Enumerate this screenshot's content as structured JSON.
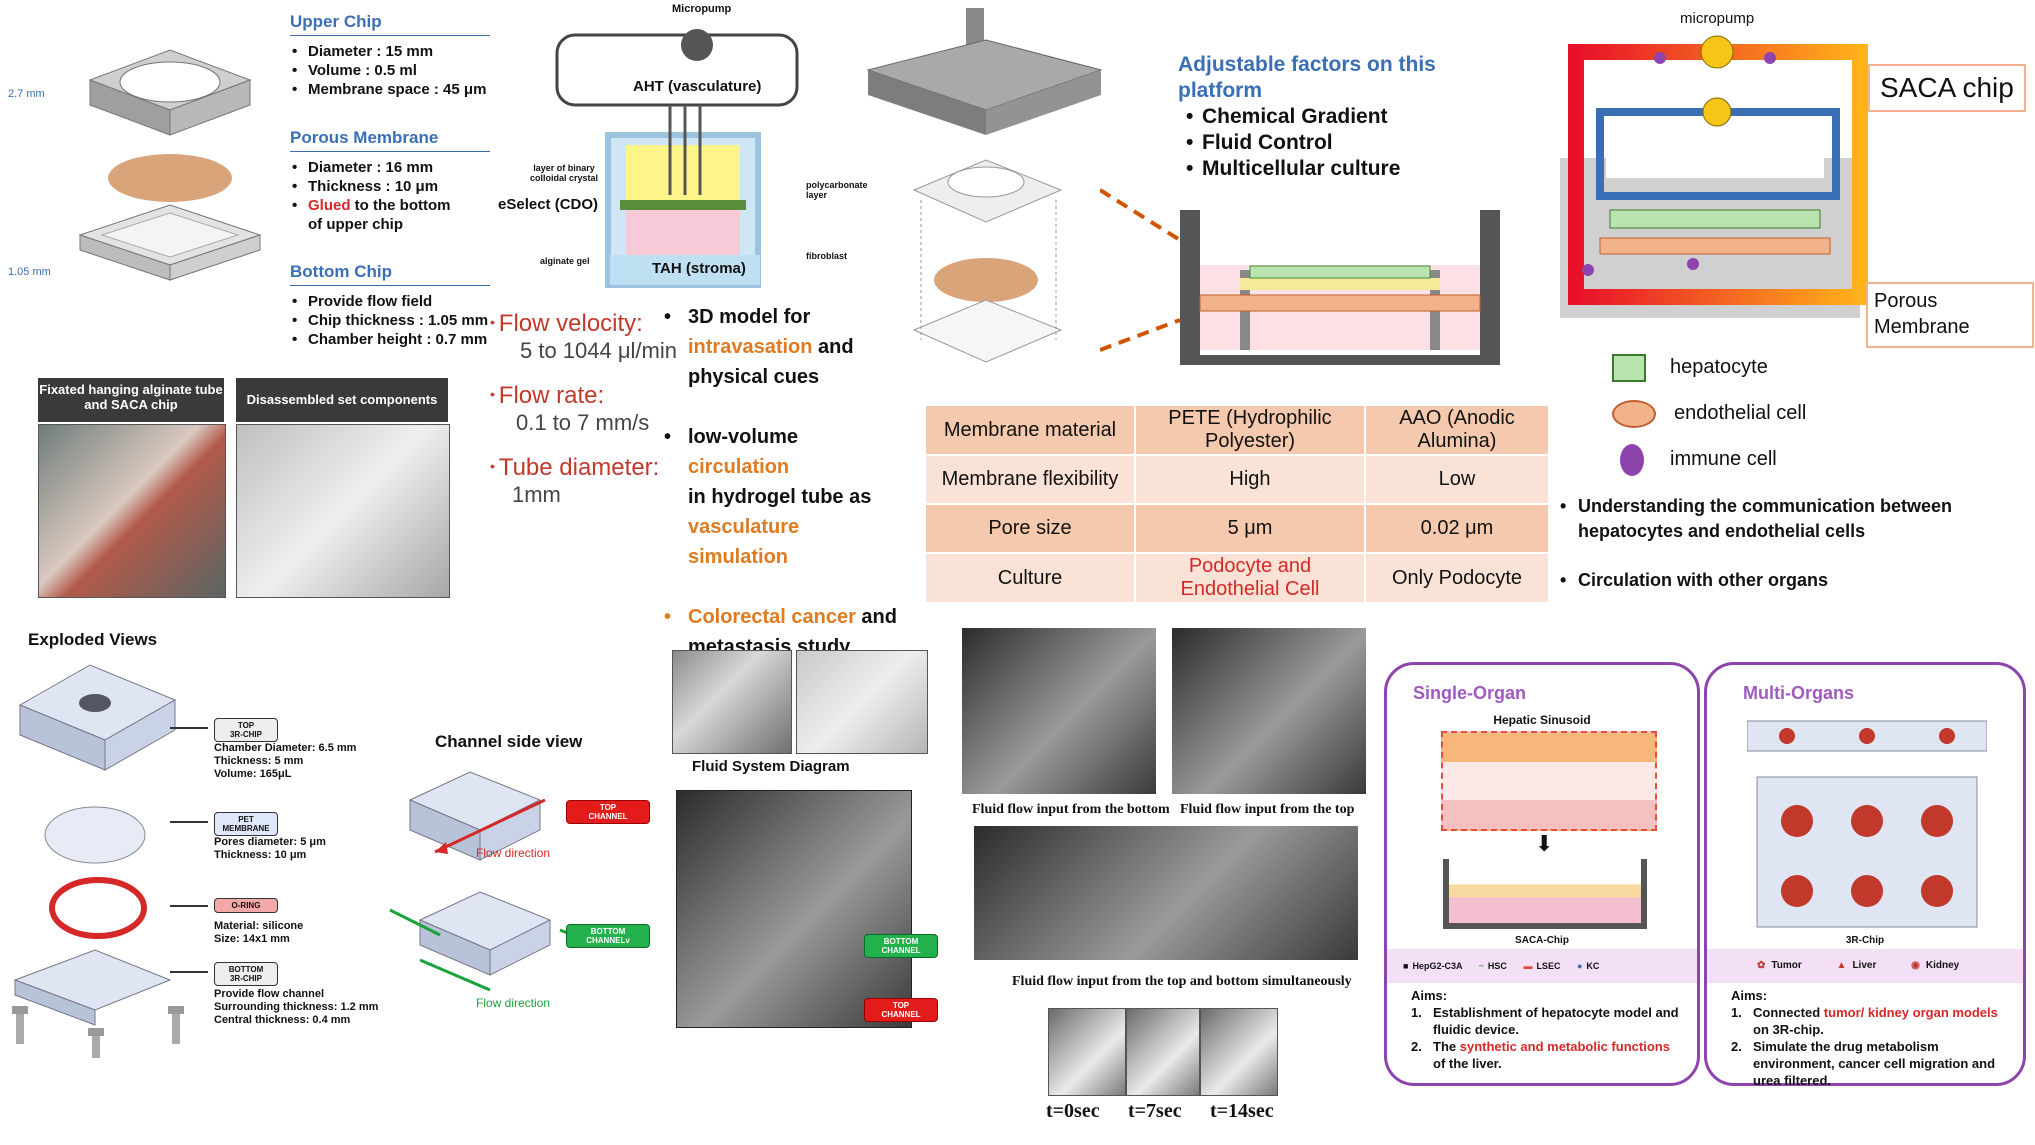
{
  "upper_chip": {
    "title": "Upper Chip",
    "items": [
      "Diameter : 15 mm",
      "Volume : 0.5 ml",
      "Membrane space : 45 μm"
    ]
  },
  "porous_membrane": {
    "title": "Porous Membrane",
    "items": [
      "Diameter : 16 mm",
      "Thickness :  10 μm"
    ],
    "glued_red": "Glued",
    "glued_rest": " to the bottom",
    "glued_line2": "of upper chip"
  },
  "bottom_chip": {
    "title": "Bottom Chip",
    "items": [
      "Provide flow field",
      "Chip thickness : 1.05 mm",
      "Chamber height : 0.7 mm"
    ]
  },
  "dims": {
    "top": "2.7 mm",
    "bottom": "1.05 mm"
  },
  "photos": {
    "left_caption": "Fixated hanging alginate tube and SACA chip",
    "right_caption": "Disassembled set components"
  },
  "schematic": {
    "micropump": "Micropump",
    "aht": "AHT (vasculature)",
    "colloidal": "layer of binary colloidal crystal",
    "eselect": "eSelect (CDO)",
    "polycarbonate": "polycarbonate layer",
    "alginate": "alginate gel",
    "tah": "TAH (stroma)",
    "fibroblast": "fibroblast"
  },
  "flow": {
    "velocity_label": "Flow velocity:",
    "velocity_value": "5 to 1044 μl/min",
    "rate_label": "Flow rate:",
    "rate_value": "0.1  to 7 mm/s",
    "tube_label": "Tube diameter:",
    "tube_value": "1mm"
  },
  "features": {
    "f1_a": "3D model for",
    "f1_b": "intravasation",
    "f1_c": " and",
    "f1_d": "physical cues",
    "f2_a": "low-volume ",
    "f2_b": "circulation",
    "f2_c": "in hydrogel tube as",
    "f2_d": "vasculature simulation",
    "f3_a": "Colorectal cancer",
    "f3_b": " and",
    "f3_c": "metastasis study"
  },
  "adjustable": {
    "title": "Adjustable factors on this platform",
    "items": [
      "Chemical Gradient",
      "Fluid Control",
      "Multicellular culture"
    ]
  },
  "material_table": {
    "header": [
      "Membrane  material",
      "PETE (Hydrophilic Polyester)",
      "AAO (Anodic Alumina)"
    ],
    "rows": [
      [
        "Membrane flexibility",
        "High",
        "Low"
      ],
      [
        "Pore size",
        "5 μm",
        "0.02 μm"
      ],
      [
        "Culture",
        "Podocyte and Endothelial Cell",
        "Only Podocyte"
      ]
    ]
  },
  "saca": {
    "micropump": "micropump",
    "chip_label": "SACA chip",
    "membrane_label_1": "Porous",
    "membrane_label_2": "Membrane",
    "legend": [
      "hepatocyte",
      "endothelial cell",
      "immune cell"
    ],
    "notes": [
      "Understanding the communication between hepatocytes and endothelial cells",
      "Circulation with other organs"
    ]
  },
  "exploded": {
    "title": "Exploded Views",
    "top_tag": "TOP\n3R-CHIP",
    "top_text": [
      "Chamber Diameter: 6.5 mm",
      "Thickness: 5 mm",
      "Volume: 165μL"
    ],
    "pet_tag": "PET\nMEMBRANE",
    "pet_text": [
      "Pores diameter: 5 μm",
      "Thickness: 10 μm"
    ],
    "oring_tag": "O-RING",
    "oring_text": [
      "Material: silicone",
      "Size: 14x1 mm"
    ],
    "bottom_tag": "BOTTOM\n3R-CHIP",
    "bottom_text": [
      "Provide flow channel",
      "Surrounding thickness: 1.2 mm",
      "Central thickness: 0.4 mm"
    ]
  },
  "channel": {
    "title": "Channel side view",
    "top_tag": "TOP\nCHANNEL",
    "bottom_tag": "BOTTOM\nCHANNELv",
    "flow1": "Flow direction",
    "flow2": "Flow direction"
  },
  "fluid_system": {
    "title": "Fluid System Diagram",
    "bottom_tag": "BOTTOM\nCHANNEL",
    "top_tag": "TOP\nCHANNEL"
  },
  "videos": {
    "cap1": "Fluid flow input from the bottom",
    "cap2": "Fluid flow input from the top",
    "cap3": "Fluid flow input from the top and bottom simultaneously",
    "times": [
      "t=0sec",
      "t=7sec",
      "t=14sec"
    ]
  },
  "single_organ": {
    "title": "Single-Organ",
    "sub": "Hepatic Sinusoid",
    "chip": "SACA-Chip",
    "legend": [
      "HepG2-C3A",
      "HSC",
      "LSEC",
      "KC"
    ],
    "aims_title": "Aims:",
    "aim1": "Establishment of hepatocyte model and fluidic device.",
    "aim2_a": "The ",
    "aim2_b": "synthetic and metabolic functions",
    "aim2_c": " of the liver."
  },
  "multi_organ": {
    "title": "Multi-Organs",
    "chip": "3R-Chip",
    "legend": [
      "Tumor",
      "Liver",
      "Kidney"
    ],
    "aims_title": "Aims:",
    "aim1_a": "Connected ",
    "aim1_b": "tumor/ kidney organ models",
    "aim1_c": " on 3R-chip.",
    "aim2": "Simulate the drug metabolism environment, cancer cell migration and urea filtered."
  },
  "colors": {
    "blue_head": "#3b6fb5",
    "red": "#d62828",
    "orange": "#e07b20",
    "purple": "#8e44ad"
  }
}
